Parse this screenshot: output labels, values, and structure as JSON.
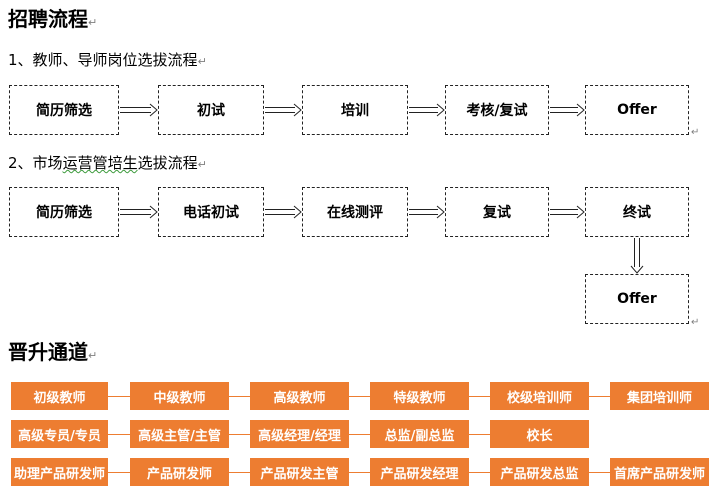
{
  "sections": {
    "recruitment_title": "招聘流程",
    "promotion_title": "晋升通道"
  },
  "flow1": {
    "heading_num": "1、",
    "heading_text": "教师、导师岗位选拔流程",
    "steps": [
      "简历筛选",
      "初试",
      "培训",
      "考核/复试",
      "Offer"
    ]
  },
  "flow2": {
    "heading_num": "2、",
    "heading_text_a": "市场",
    "heading_text_b": "运营管培生",
    "heading_text_c": "选拔流程",
    "steps": [
      "简历筛选",
      "电话初试",
      "在线测评",
      "复试",
      "终试",
      "Offer"
    ]
  },
  "paragraph_mark": "↵",
  "end_mark": "↵",
  "promotion": {
    "rows": [
      [
        "初级教师",
        "中级教师",
        "高级教师",
        "特级教师",
        "校级培训师",
        "集团培训师"
      ],
      [
        "高级专员/专员",
        "高级主管/主管",
        "高级经理/经理",
        "总监/副总监",
        "校长"
      ],
      [
        "助理产品研发师",
        "产品研发师",
        "产品研发主管",
        "产品研发经理",
        "产品研发总监",
        "首席产品研发师"
      ]
    ]
  },
  "colors": {
    "accent": "#ed7d31",
    "box_border": "#222222"
  }
}
